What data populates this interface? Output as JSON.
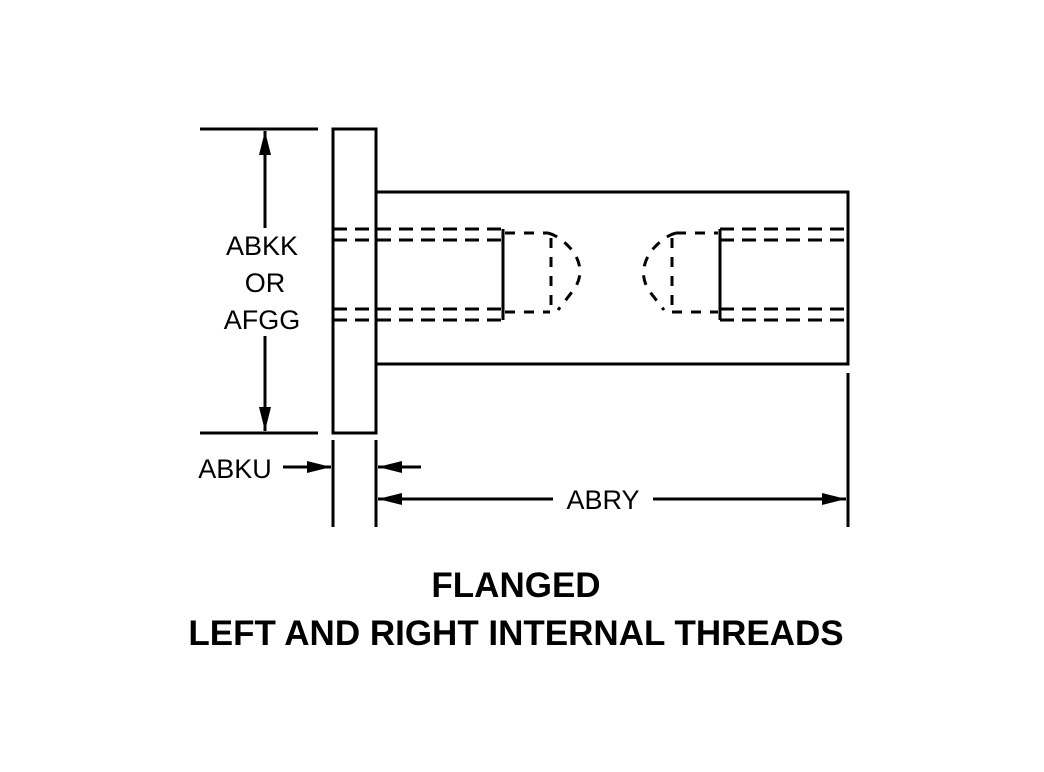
{
  "dimensions": {
    "height_label_line1": "ABKK",
    "height_label_line2": "OR",
    "height_label_line3": "AFGG",
    "flange_thickness": "ABKU",
    "length": "ABRY"
  },
  "caption": {
    "line1": "FLANGED",
    "line2": "LEFT AND RIGHT INTERNAL THREADS"
  }
}
